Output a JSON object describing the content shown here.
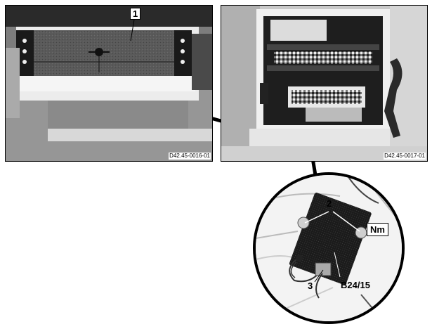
{
  "panel_left": {
    "ref_code": "D42.45-0016-01",
    "callout_1": "1"
  },
  "panel_right": {
    "ref_code": "D42.45-0017-01"
  },
  "detail": {
    "callout_2": "2",
    "callout_3": "3",
    "component_label": "B24/15",
    "torque_symbol": "Nm"
  }
}
